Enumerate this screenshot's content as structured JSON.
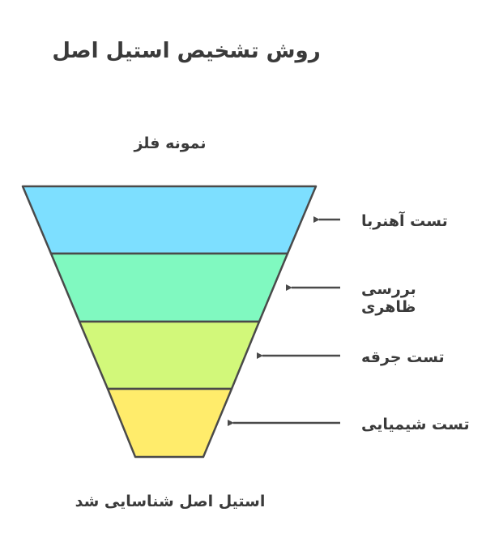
{
  "title": "روش تشخیص استیل اصل",
  "input_label": "نمونه فلز",
  "output_label": "استیل اصل شناسایی شد",
  "stages": [
    {
      "label": "تست آهنربا",
      "color": "#7ddfff"
    },
    {
      "label": "بررسی ظاهری",
      "color": "#80f9c0"
    },
    {
      "label": "تست جرقه",
      "color": "#d2f87a"
    },
    {
      "label": "تست شیمیایی",
      "color": "#ffec6b"
    }
  ],
  "stroke_color": "#4a4a4a"
}
